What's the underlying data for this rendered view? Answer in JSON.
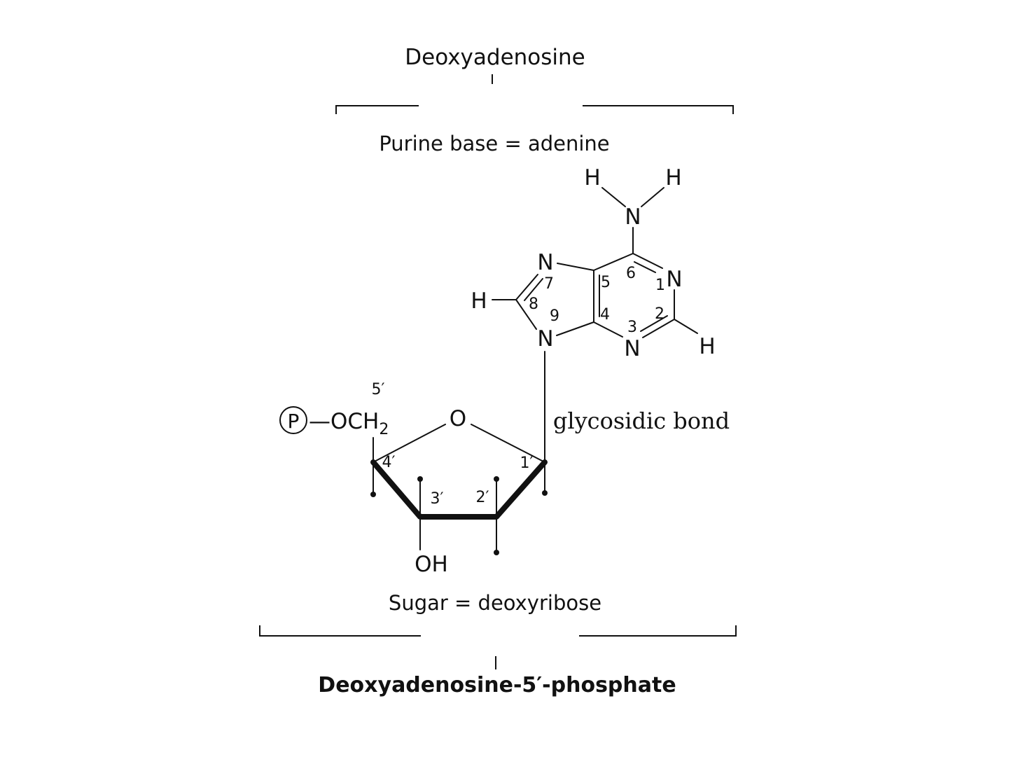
{
  "labels": {
    "title_nucleoside": "Deoxyadenosine",
    "base_caption": "Purine base = adenine",
    "sugar_caption": "Sugar = deoxyribose",
    "title_nucleotide": "Deoxyadenosine-5′-phosphate",
    "bond_caption": "glycosidic bond"
  },
  "atoms": {
    "H": "H",
    "N": "N",
    "O": "O",
    "OH": "OH",
    "P": "P",
    "OCH": "—OCH",
    "sub2": "2"
  },
  "base_numbers": {
    "n1": "1",
    "n2": "2",
    "n3": "3",
    "n4": "4",
    "n5": "5",
    "n6": "6",
    "n7": "7",
    "n8": "8",
    "n9": "9"
  },
  "sugar_numbers": {
    "c1": "1′",
    "c2": "2′",
    "c3": "3′",
    "c4": "4′",
    "c5": "5′"
  }
}
